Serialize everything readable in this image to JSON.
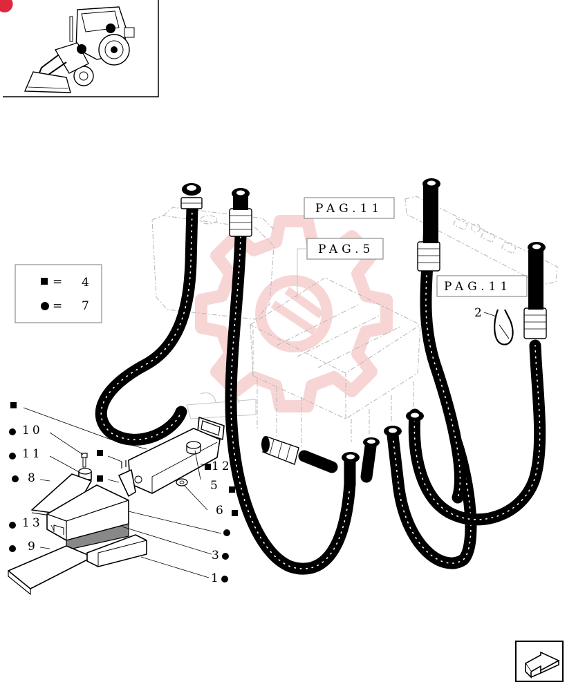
{
  "legend": {
    "square_value": "4",
    "circle_value": "7",
    "equals": "="
  },
  "page_refs": {
    "pag_11_a": "PAG.11",
    "pag_5": "PAG.5",
    "pag_11_b": "PAG.11"
  },
  "callouts": {
    "c1": "1",
    "c2": "2",
    "c3": "3",
    "c5": "5",
    "c6": "6",
    "c8": "8",
    "c9": "9",
    "c10": "10",
    "c11": "11",
    "c12": "12",
    "c13": "13"
  },
  "colors": {
    "ink": "#000000",
    "ghost_line": "#b9b9b9",
    "thumbnail_badge": "#e0283c",
    "watermark": "#f3b3b3"
  },
  "icons": {
    "thumbnail": "backhoe-loader-thumbnail",
    "next_page": "next-page-arrow-icon"
  }
}
